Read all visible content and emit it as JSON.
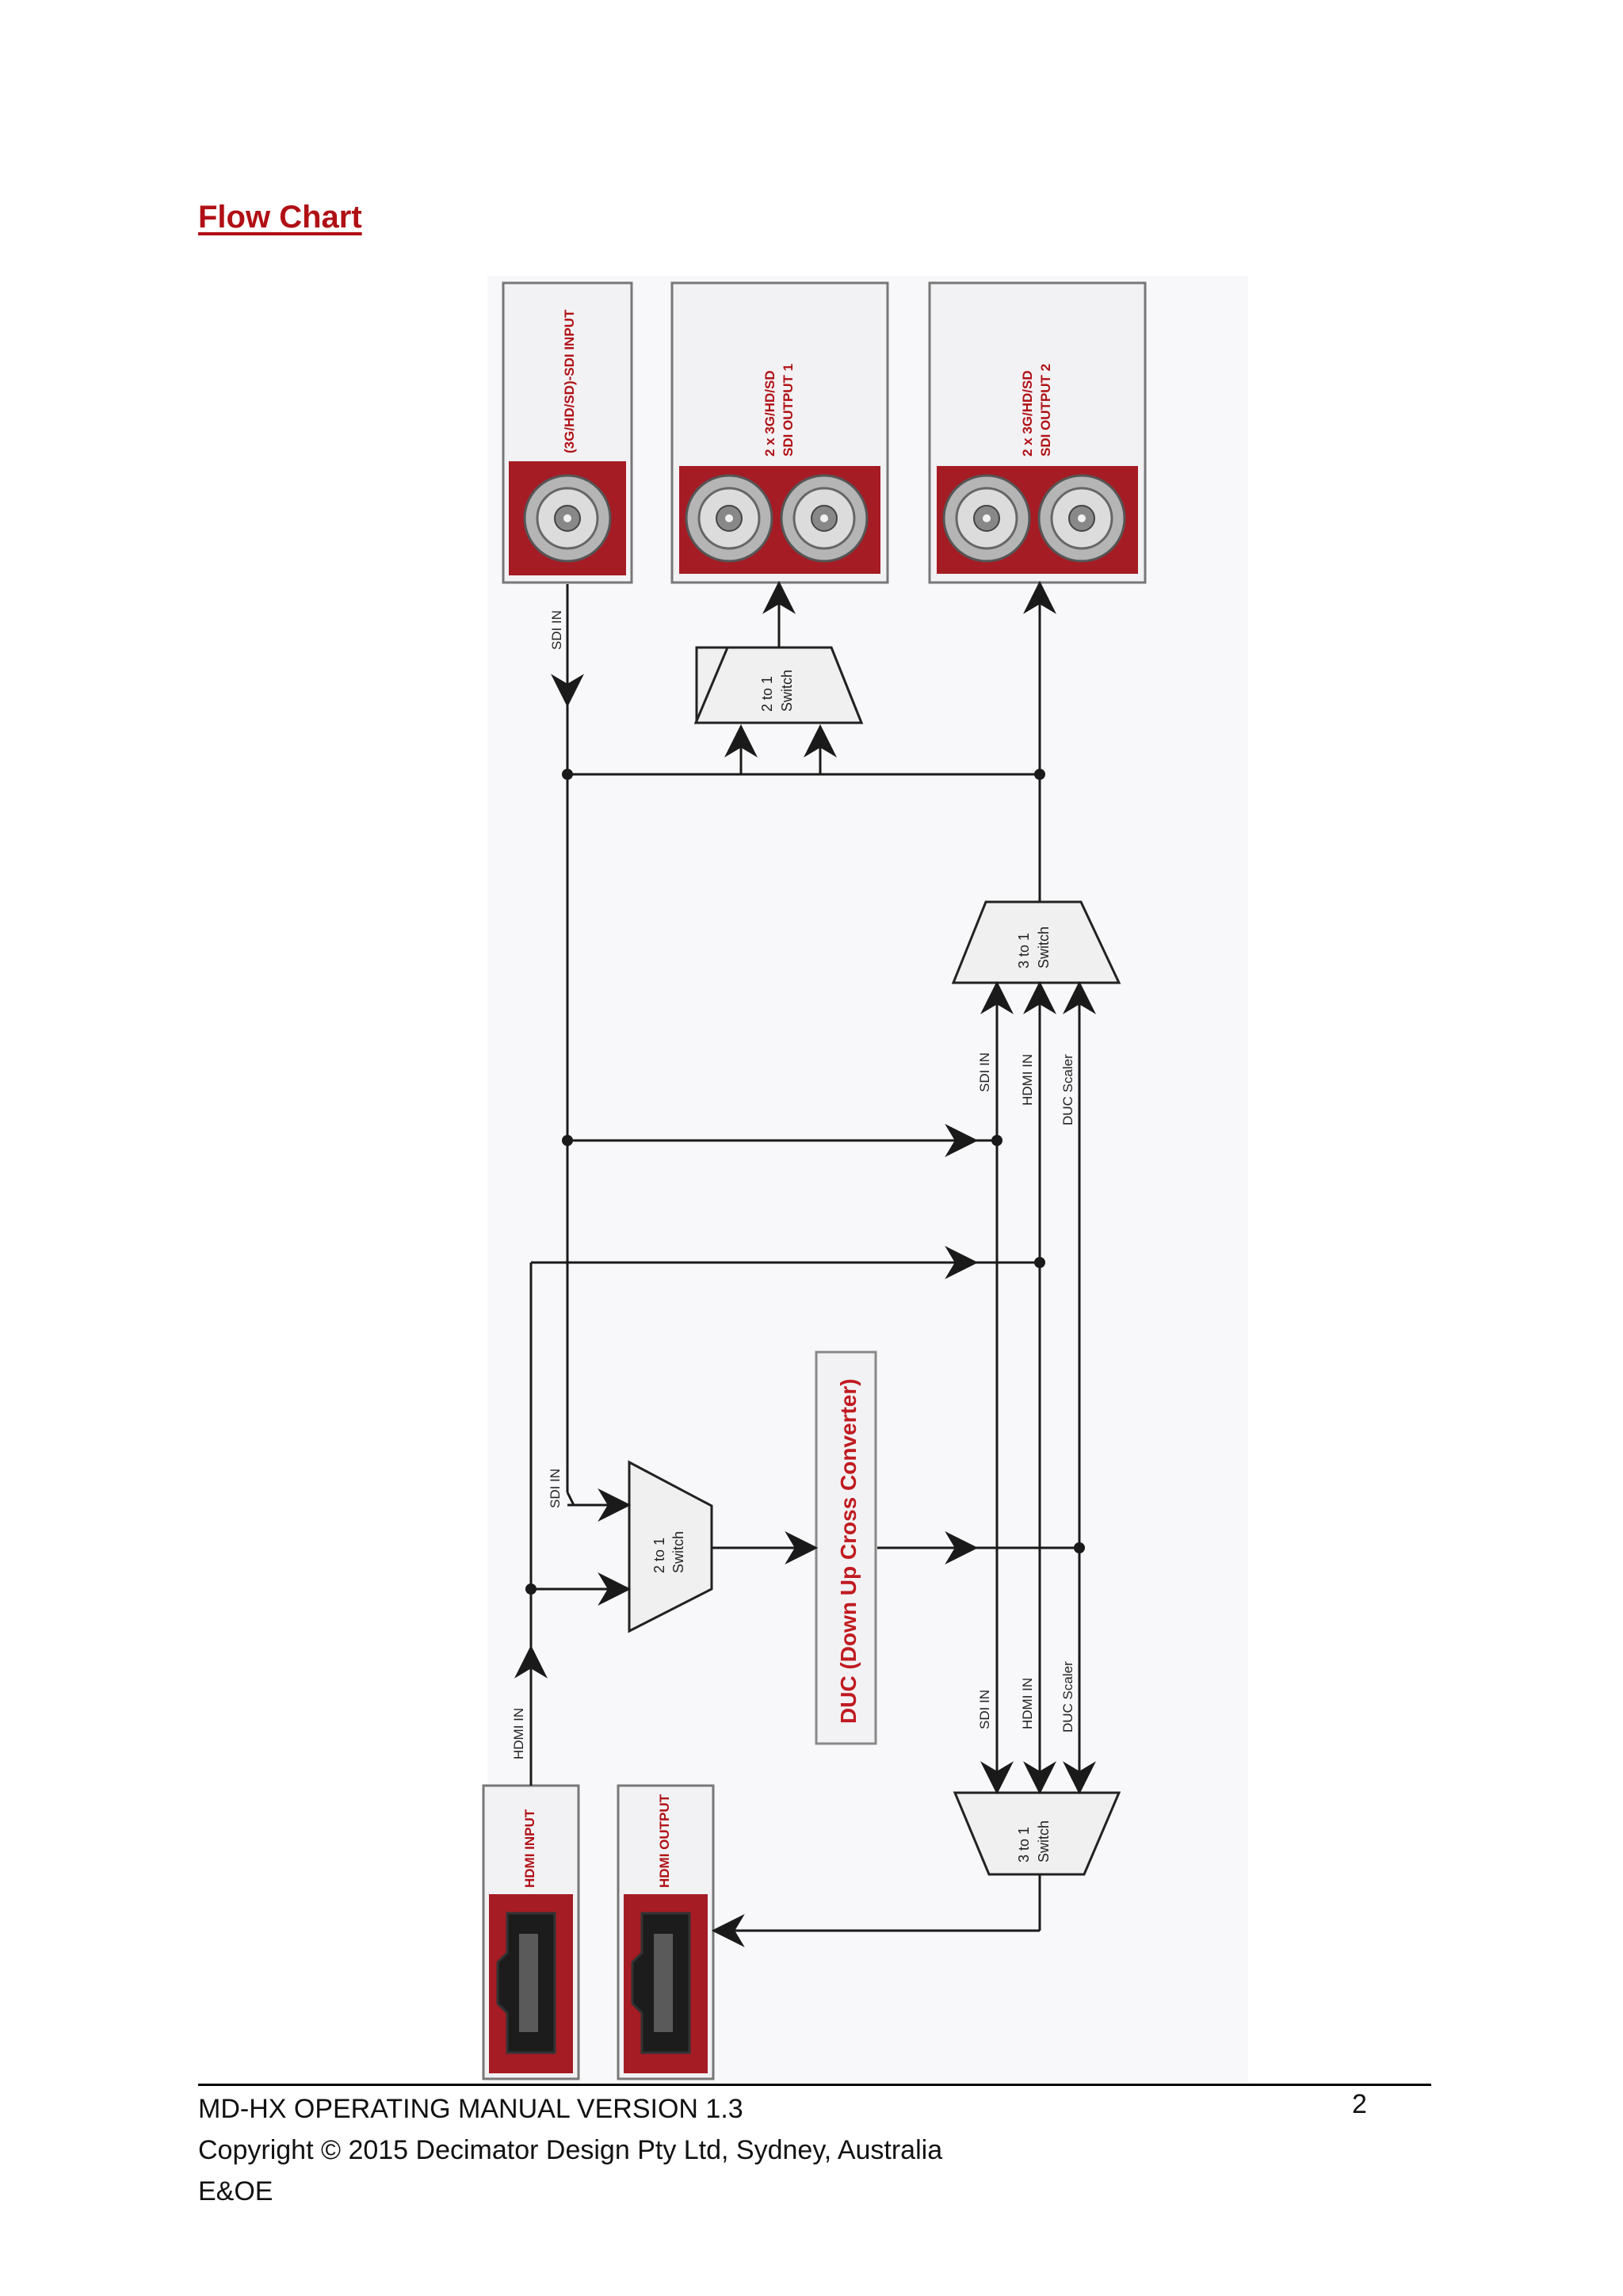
{
  "heading": "Flow Chart",
  "devices": {
    "sdi_input": "(3G/HD/SD)-SDI INPUT",
    "sdi_output_1": [
      "2 x 3G/HD/SD",
      "SDI OUTPUT 1"
    ],
    "sdi_output_2": [
      "2 x 3G/HD/SD",
      "SDI OUTPUT 2"
    ],
    "hdmi_input": "HDMI INPUT",
    "hdmi_output": "HDMI OUTPUT"
  },
  "switches": {
    "two_to_one": [
      "2 to 1",
      "Switch"
    ],
    "three_to_one": [
      "3 to 1",
      "Switch"
    ]
  },
  "signals": {
    "sdi_in": "SDI IN",
    "hdmi_in": "HDMI IN",
    "duc_scaler": "DUC Scaler"
  },
  "duc_label": "DUC (Down Up Cross Converter)",
  "colors": {
    "brand_red": "#b01015",
    "panel_red": "#a51c24",
    "line": "#1a1a1a"
  },
  "footer": {
    "manual": "MD-HX OPERATING MANUAL VERSION 1.3",
    "copyright": "Copyright © 2015 Decimator Design Pty Ltd, Sydney, Australia",
    "eoe": "E&OE",
    "page_number": "2"
  }
}
